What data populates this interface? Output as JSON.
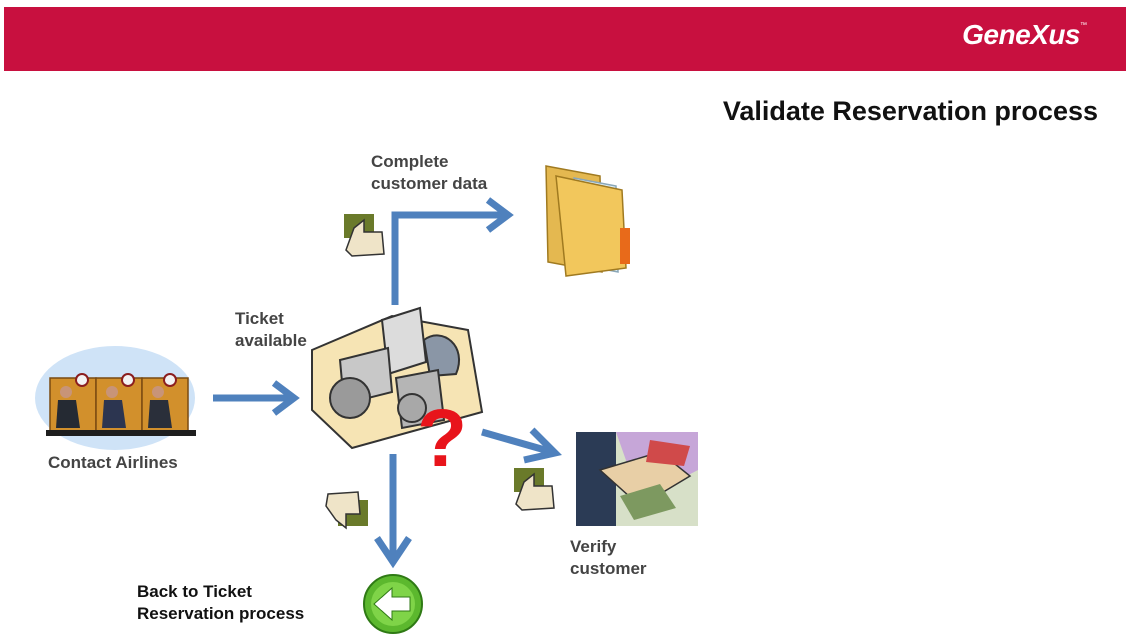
{
  "header": {
    "logo": "GeneXus",
    "logo_tm": "™",
    "brand_color": "#c8103f"
  },
  "title": "Validate Reservation process",
  "labels": {
    "complete_line1": "Complete",
    "complete_line2": "customer data",
    "ticket_line1": "Ticket",
    "ticket_line2": "available",
    "contact": "Contact Airlines",
    "verify_line1": "Verify",
    "verify_line2": "customer",
    "back_line1": "Back to Ticket",
    "back_line2": "Reservation process"
  },
  "colors": {
    "arrow": "#4f81bd",
    "question_mark": "#e8141b",
    "back_button": "#5cb82e"
  },
  "icons": {
    "people": "call-center-people-icon",
    "desk": "office-desk-icon",
    "question": "question-mark-icon",
    "folder": "folder-icon",
    "verify": "handshake-verify-icon",
    "back": "back-arrow-button-icon",
    "thumb_up_top": "thumbs-up-icon",
    "thumb_up_right": "thumbs-up-icon",
    "thumb_down": "thumbs-down-icon"
  }
}
